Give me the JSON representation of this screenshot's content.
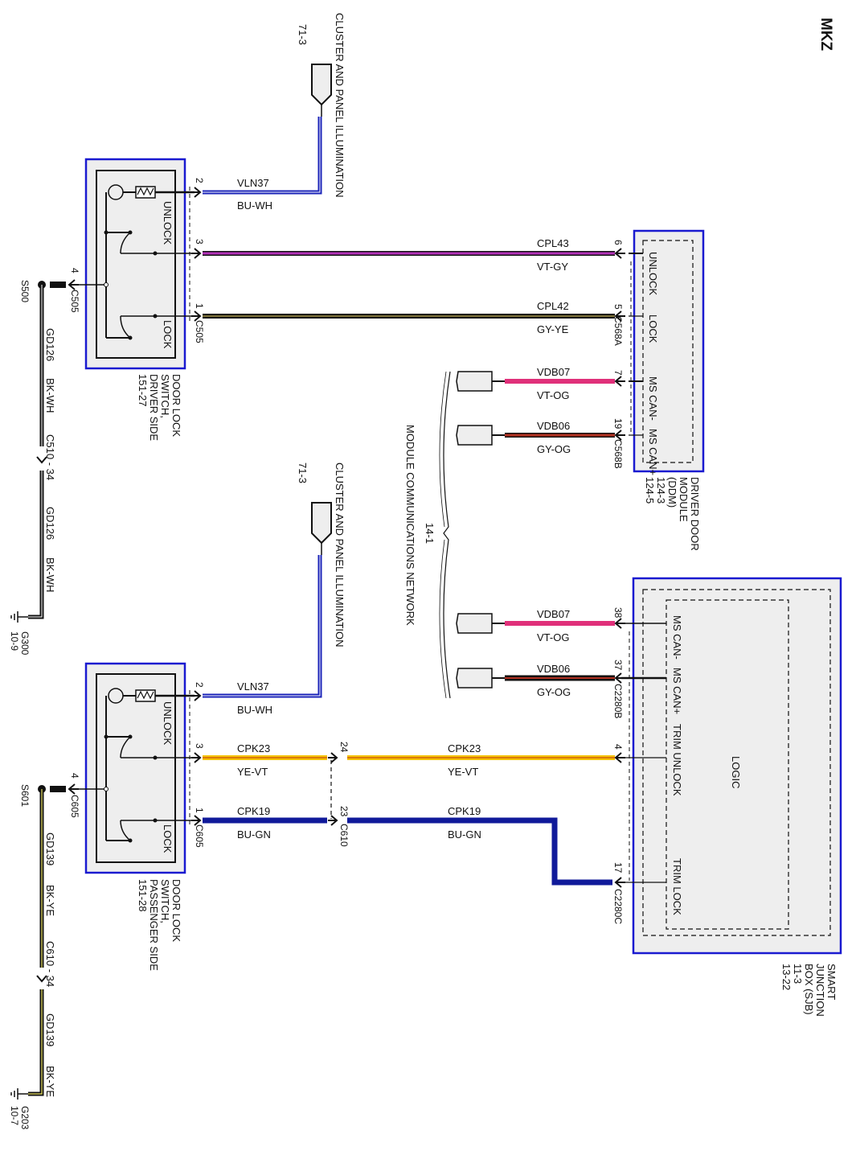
{
  "title": "MKZ",
  "colors": {
    "module_border": "#1a1ad0",
    "module_fill": "#eeeeee",
    "bu_wh": "#1a23b8",
    "vt_gy": "#b232b8",
    "gy_ye": "#111111",
    "vt_og": "#e0307a",
    "gy_og": "#b03020",
    "ye_vt": "#f5c200",
    "bu_gn": "#101a9a",
    "bk_wh": "#111111",
    "bk_ye": "#111111"
  },
  "illum_top": {
    "ref": "71-3",
    "label": "CLUSTER AND PANEL ILLUMINATION"
  },
  "illum_bottom": {
    "ref": "71-3",
    "label": "CLUSTER AND PANEL ILLUMINATION"
  },
  "driver_switch": {
    "name": [
      "DOOR LOCK",
      "SWITCH,",
      "DRIVER SIDE",
      "151-27"
    ],
    "unlock": "UNLOCK",
    "lock": "LOCK",
    "pins": {
      "p2": "2",
      "p3": "3",
      "p1": "1",
      "p4": "4"
    },
    "connector": "C505",
    "ground_connector": "C505"
  },
  "passenger_switch": {
    "name": [
      "DOOR LOCK",
      "SWITCH,",
      "PASSENGER SIDE",
      "151-28"
    ],
    "unlock": "UNLOCK",
    "lock": "LOCK",
    "pins": {
      "p2": "2",
      "p3": "3",
      "p1": "1",
      "p4": "4"
    },
    "connector": "C605",
    "ground_connector": "C605"
  },
  "ddm": {
    "name": [
      "DRIVER DOOR",
      "MODULE",
      "(DDM)",
      "124-3",
      "124-5"
    ],
    "pins": [
      {
        "label": "UNLOCK",
        "pin": "6"
      },
      {
        "label": "LOCK",
        "pin": "5"
      },
      {
        "label": "MS CAN-",
        "pin": "7"
      },
      {
        "label": "MS CAN+",
        "pin": "19"
      }
    ],
    "connector_a": "C568A",
    "connector_b": "C568B"
  },
  "sjb": {
    "name": [
      "SMART",
      "JUNCTION",
      "BOX (SJB)",
      "11-3",
      "13-22"
    ],
    "logic": "LOGIC",
    "pins": [
      {
        "label": "MS CAN-",
        "pin": "38"
      },
      {
        "label": "MS CAN+",
        "pin": "37"
      },
      {
        "label": "TRIM UNLOCK",
        "pin": "4"
      },
      {
        "label": "TRIM LOCK",
        "pin": "17"
      }
    ],
    "connector_b": "C2280B",
    "connector_c": "C2280C"
  },
  "network": {
    "ref": "14-1",
    "label": "MODULE COMMUNICATIONS NETWORK"
  },
  "wires": {
    "vln37_a": {
      "circuit": "VLN37",
      "color": "BU-WH"
    },
    "cpl43": {
      "circuit": "CPL43",
      "color": "VT-GY"
    },
    "cpl42": {
      "circuit": "CPL42",
      "color": "GY-YE"
    },
    "vdb07_a": {
      "circuit": "VDB07",
      "color": "VT-OG"
    },
    "vdb06_a": {
      "circuit": "VDB06",
      "color": "GY-OG"
    },
    "vdb07_b": {
      "circuit": "VDB07",
      "color": "VT-OG"
    },
    "vdb06_b": {
      "circuit": "VDB06",
      "color": "GY-OG"
    },
    "vln37_b": {
      "circuit": "VLN37",
      "color": "BU-WH"
    },
    "cpk23_a": {
      "circuit": "CPK23",
      "color": "YE-VT"
    },
    "cpk23_b": {
      "circuit": "CPK23",
      "color": "YE-VT"
    },
    "cpk19_a": {
      "circuit": "CPK19",
      "color": "BU-GN"
    },
    "cpk19_b": {
      "circuit": "CPK19",
      "color": "BU-GN"
    }
  },
  "inline_c610": {
    "connector": "C610",
    "pin_a": "24",
    "pin_b": "23"
  },
  "ground_driver": {
    "splice": "S500",
    "seg1": {
      "circuit": "GD126",
      "color": "BK-WH"
    },
    "inline": "C510 - 34",
    "seg2": {
      "circuit": "GD126",
      "color": "BK-WH"
    },
    "ground": [
      "G300",
      "10-9"
    ]
  },
  "ground_passenger": {
    "splice": "S601",
    "seg1": {
      "circuit": "GD139",
      "color": "BK-YE"
    },
    "inline": "C610 - 34",
    "seg2": {
      "circuit": "GD139",
      "color": "BK-YE"
    },
    "ground": [
      "G203",
      "10-7"
    ]
  }
}
